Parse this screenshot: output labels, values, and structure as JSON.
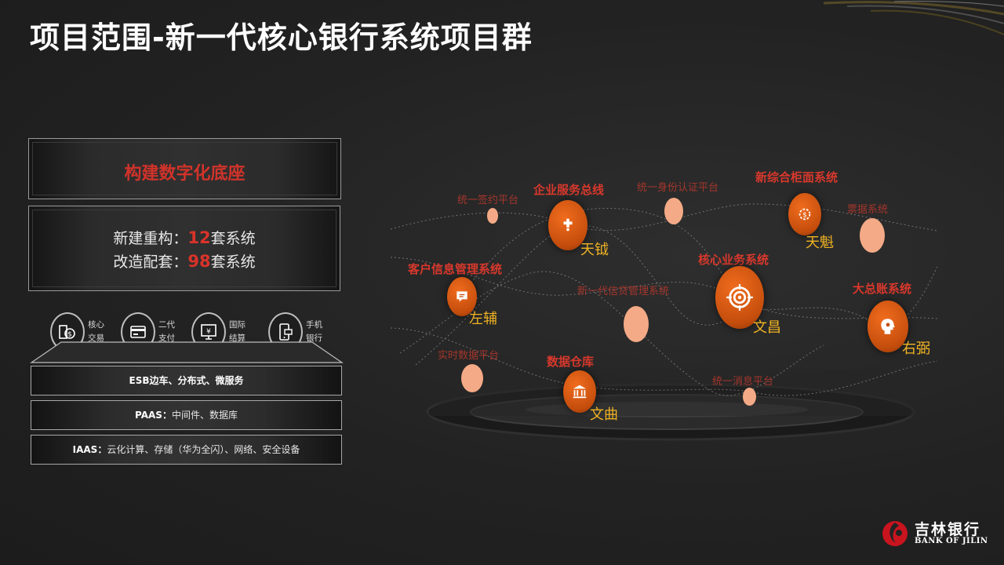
{
  "slide": {
    "title": "项目范围-新一代核心银行系统项目群"
  },
  "left_panel": {
    "banner": "构建数字化底座",
    "stats": [
      {
        "prefix": "新建重构：",
        "number": "12",
        "suffix": "套系统"
      },
      {
        "prefix": "改造配套：",
        "number": "98",
        "suffix": "套系统"
      }
    ],
    "services": [
      {
        "label1": "核心",
        "label2": "交易",
        "icon": "core-transaction-icon"
      },
      {
        "label1": "二代",
        "label2": "支付",
        "icon": "payment-card-icon"
      },
      {
        "label1": "国际",
        "label2": "结算",
        "icon": "international-settlement-icon"
      },
      {
        "label1": "手机",
        "label2": "银行",
        "icon": "mobile-bank-icon"
      }
    ],
    "layers": [
      {
        "bold": "ESB边车、分布式、微服务",
        "rest": ""
      },
      {
        "bold": "PAAS：",
        "rest": "中间件、数据库"
      },
      {
        "bold": "IAAS：",
        "rest": "云化计算、存储（华为全闪）、网络、安全设备"
      }
    ]
  },
  "network": {
    "major": [
      {
        "name": "企业服务总线",
        "alias": "天钺",
        "icon": "puzzle-icon"
      },
      {
        "name": "新综合柜面系统",
        "alias": "天魁",
        "icon": "gear-dollar-icon"
      },
      {
        "name": "客户信息管理系统",
        "alias": "左辅",
        "icon": "chat-icon"
      },
      {
        "name": "核心业务系统",
        "alias": "文昌",
        "icon": "target-icon"
      },
      {
        "name": "大总账系统",
        "alias": "右弼",
        "icon": "head-gears-icon"
      },
      {
        "name": "数据仓库",
        "alias": "文曲",
        "icon": "bank-building-icon"
      }
    ],
    "minor": [
      "统一签约平台",
      "统一身份认证平台",
      "票据系统",
      "新一代信贷管理系统",
      "实时数据平台",
      "统一消息平台"
    ]
  },
  "logo": {
    "cn": "吉林银行",
    "en": "BANK OF JILIN"
  },
  "colors": {
    "accent_red": "#d8382c",
    "gold": "#f0b323",
    "orange": "#e2601a",
    "peach": "#f4aa86"
  }
}
